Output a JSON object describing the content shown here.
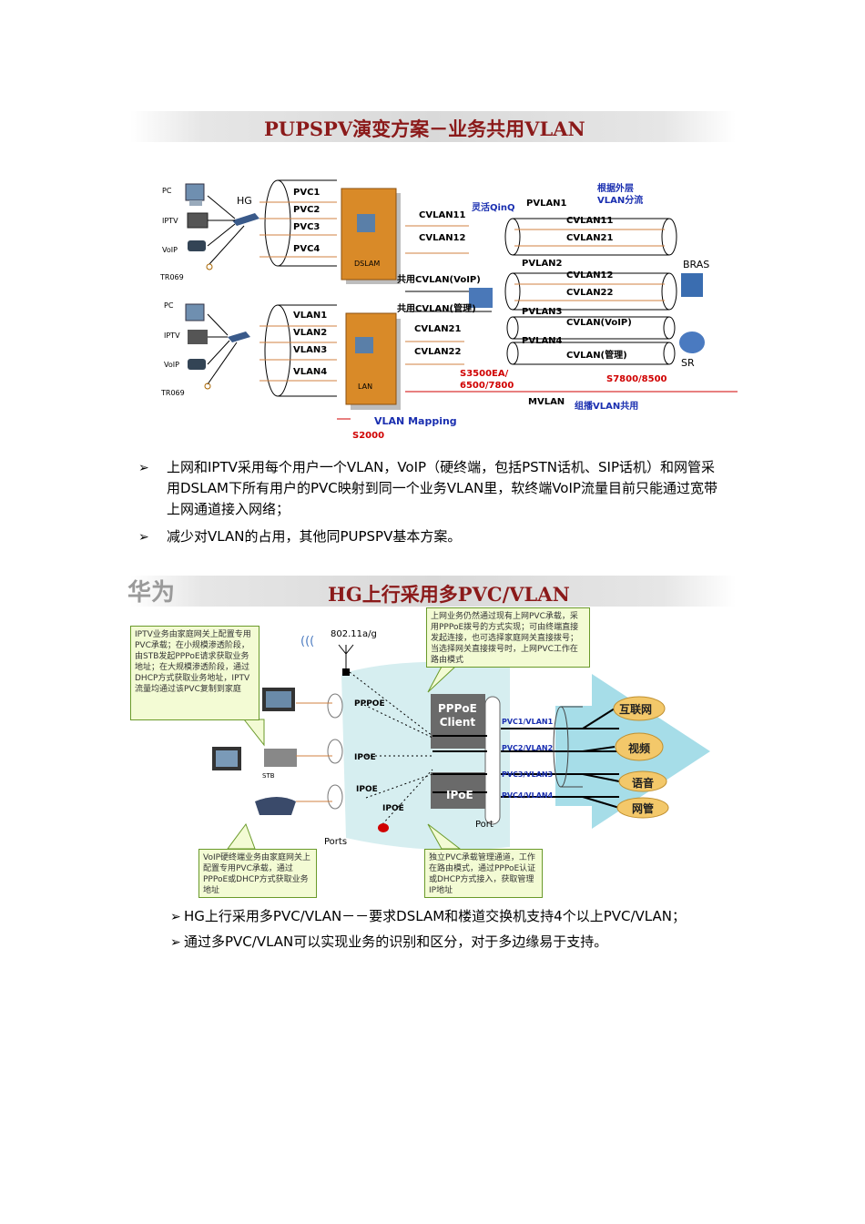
{
  "slide1": {
    "title": "PUPSPV演变方案－业务共用VLAN",
    "diagram": {
      "pc1": "PC",
      "iptv1": "IPTV",
      "voip1": "VoIP",
      "tr069_1": "TR069",
      "hg": "HG",
      "pvc1": "PVC1",
      "pvc2": "PVC2",
      "pvc3": "PVC3",
      "pvc4": "PVC4",
      "dslam": "DSLAM",
      "cvlan11": "CVLAN11",
      "cvlan12": "CVLAN12",
      "shared_voip": "共用CVLAN(VoIP)",
      "shared_mgmt": "共用CVLAN(管理)",
      "flex_qinq": "灵活QinQ",
      "pvlan1": "PVLAN1",
      "outer_split": "根据外层\nVLAN分流",
      "r_cvlan11": "CVLAN11",
      "r_cvlan21": "CVLAN21",
      "pvlan2": "PVLAN2",
      "r_cvlan12": "CVLAN12",
      "r_cvlan22": "CVLAN22",
      "bras": "BRAS",
      "pvlan3": "PVLAN3",
      "r_cvlan_voip": "CVLAN(VoIP)",
      "pvlan4": "PVLAN4",
      "r_cvlan_mgmt": "CVLAN(管理)",
      "sr": "SR",
      "pc2": "PC",
      "iptv2": "IPTV",
      "voip2": "VoIP",
      "tr069_2": "TR069",
      "vlan1": "VLAN1",
      "vlan2": "VLAN2",
      "vlan3": "VLAN3",
      "vlan4": "VLAN4",
      "lan": "LAN",
      "cvlan21": "CVLAN21",
      "cvlan22": "CVLAN22",
      "s3500": "S3500EA/\n6500/7800",
      "s7800": "S7800/8500",
      "mvlan": "MVLAN",
      "multicast_shared": "组播VLAN共用",
      "vlan_mapping": "VLAN Mapping",
      "s2000": "S2000"
    },
    "bullets": [
      "上网和IPTV采用每个用户一个VLAN，VoIP（硬终端，包括PSTN话机、SIP话机）和网管采用DSLAM下所有用户的PVC映射到同一个业务VLAN里，软终端VoIP流量目前只能通过宽带上网通道接入网络；",
      "减少对VLAN的占用，其他同PUPSPV基本方案。"
    ]
  },
  "slide2": {
    "title": "HG上行采用多PVC/VLAN",
    "logo_text": "华为",
    "diagram": {
      "wifi": "802.11a/g",
      "pppoe_port": "PPPOE",
      "ipoe_port1": "IPOE",
      "ipoe_port2": "IPOE",
      "ipoe_port3": "IPOE",
      "ports": "Ports",
      "stb": "STB",
      "pppoe_client": "PPPoE\nClient",
      "ipoe": "IPoE",
      "port": "Port",
      "pvc1": "PVC1/VLAN1",
      "pvc2": "PVC2/VLAN2",
      "pvc3": "PVC3/VLAN3",
      "pvc4": "PVC4/VLAN4",
      "svc_internet": "互联网",
      "svc_video": "视频",
      "svc_voice": "语音",
      "svc_mgmt": "网管",
      "note_iptv": "IPTV业务由家庭网关上配置专用PVC承载；在小规模渗透阶段，由STB发起PPPoE请求获取业务地址；在大规模渗透阶段，通过DHCP方式获取业务地址，IPTV流量均通过该PVC复制到家庭",
      "note_internet": "上网业务仍然通过现有上网PVC承载，采用PPPoE拨号的方式实现；可由终端直接发起连接，也可选择家庭网关直接拨号；当选择网关直接拨号时，上网PVC工作在路由模式",
      "note_voip": "VoIP硬终端业务由家庭网关上配置专用PVC承载，通过PPPoE或DHCP方式获取业务地址",
      "note_mgmt": "独立PVC承载管理通道，工作在路由模式，通过PPPoE认证或DHCP方式接入，获取管理IP地址"
    },
    "bullets": [
      "HG上行采用多PVC/VLAN－－要求DSLAM和楼道交换机支持4个以上PVC/VLAN；",
      "通过多PVC/VLAN可以实现业务的识别和区分，对于多边缘易于支持。"
    ]
  }
}
